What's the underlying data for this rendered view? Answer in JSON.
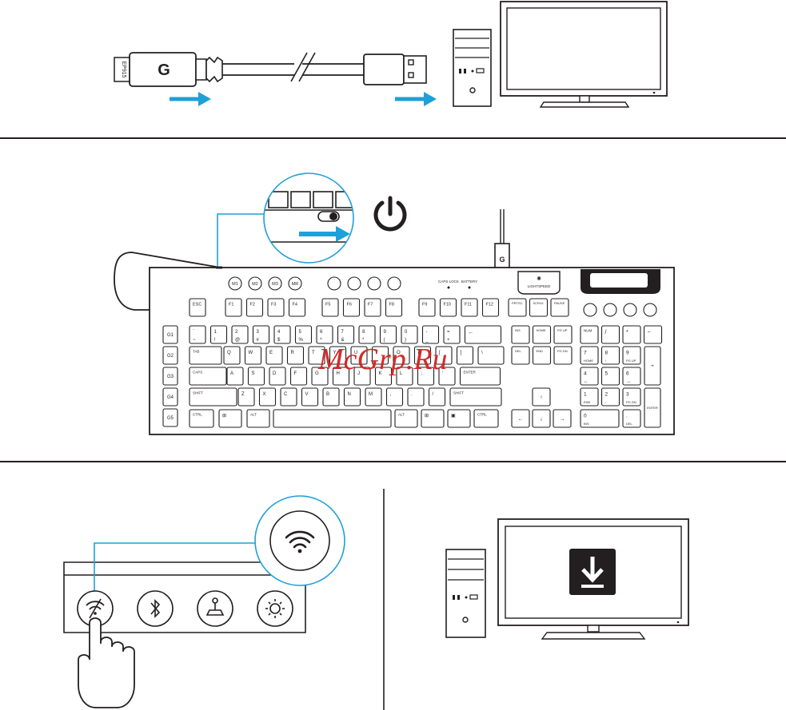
{
  "watermark": "McGrp.Ru",
  "colors": {
    "accent": "#1ea0d8",
    "ink": "#231f20",
    "watermark": "#d42020"
  },
  "step1": {
    "receiver_label": "EP915",
    "logo_glyph": "G"
  },
  "step2": {
    "indicators": {
      "caps_lock": "CAPS LOCK",
      "battery": "BATTERY"
    },
    "brand": "LIGHTSPEED",
    "macro_keys": [
      "M1",
      "M2",
      "M3",
      "MR"
    ],
    "g_keys": [
      "G1",
      "G2",
      "G3",
      "G4",
      "G5"
    ],
    "fn_row": {
      "esc": "ESC",
      "group1": [
        "F1",
        "F2",
        "F3",
        "F4"
      ],
      "group2": [
        "F5",
        "F6",
        "F7",
        "F8"
      ],
      "group3": [
        "F9",
        "F10",
        "F11",
        "F12"
      ],
      "sys": [
        "PRTSC",
        "SCRLK",
        "PAUSE"
      ]
    },
    "number_row": [
      {
        "top": "~",
        "bot": "`"
      },
      {
        "top": "!",
        "bot": "1"
      },
      {
        "top": "@",
        "bot": "2"
      },
      {
        "top": "#",
        "bot": "3"
      },
      {
        "top": "$",
        "bot": "4"
      },
      {
        "top": "%",
        "bot": "5"
      },
      {
        "top": "^",
        "bot": "6"
      },
      {
        "top": "&",
        "bot": "7"
      },
      {
        "top": "*",
        "bot": "8"
      },
      {
        "top": "(",
        "bot": "9"
      },
      {
        "top": ")",
        "bot": "0"
      },
      {
        "top": "_",
        "bot": "-"
      },
      {
        "top": "+",
        "bot": "="
      }
    ],
    "backspace": "←",
    "tab": "TAB",
    "qwerty": [
      "Q",
      "W",
      "E",
      "R",
      "T",
      "Y",
      "U",
      "I",
      "O",
      "P"
    ],
    "bracket_keys": [
      "[",
      "]",
      "\\"
    ],
    "caps": "CAPS",
    "home_row": [
      "A",
      "S",
      "D",
      "F",
      "G",
      "H",
      "J",
      "K",
      "L"
    ],
    "semicolon_keys": [
      ";",
      "'"
    ],
    "enter": "ENTER",
    "shift": "SHIFT",
    "bottom_row": [
      "Z",
      "X",
      "C",
      "V",
      "B",
      "N",
      "M"
    ],
    "punct_keys": [
      ",",
      ".",
      "/"
    ],
    "ctrl": "CTRL",
    "alt": "ALT",
    "nav_block": [
      "INS",
      "HOME",
      "PG UP",
      "DEL",
      "END",
      "PG DN"
    ],
    "arrows": [
      "↑",
      "←",
      "↓",
      "→"
    ],
    "numpad": {
      "top": [
        "NUM",
        "/",
        "*",
        "−"
      ],
      "row1": [
        {
          "n": "7",
          "s": "HOME"
        },
        {
          "n": "8",
          "s": "↑"
        },
        {
          "n": "9",
          "s": "PG UP"
        }
      ],
      "row2": [
        {
          "n": "4",
          "s": "←"
        },
        {
          "n": "5",
          "s": ""
        },
        {
          "n": "6",
          "s": "→"
        }
      ],
      "row3": [
        {
          "n": "1",
          "s": "END"
        },
        {
          "n": "2",
          "s": "↓"
        },
        {
          "n": "3",
          "s": "PG DN"
        }
      ],
      "zero": {
        "n": "0",
        "s": "INS"
      },
      "dot": {
        "n": ".",
        "s": "DEL"
      },
      "plus": "+",
      "enter": "ENTER"
    }
  }
}
